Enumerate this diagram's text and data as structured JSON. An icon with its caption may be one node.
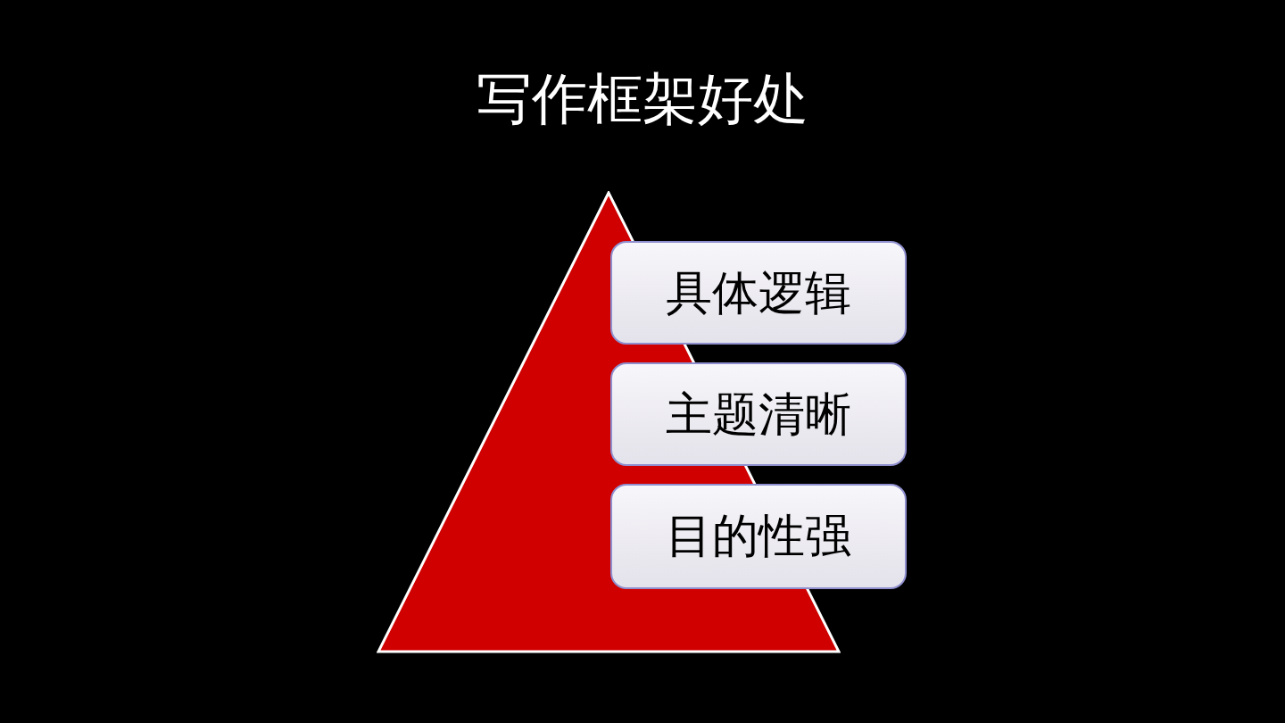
{
  "diagram": {
    "title": "写作框架好处",
    "nodes": [
      {
        "text": [],
        "shape": "triangle"
      },
      {
        "text": [
          "具体逻辑"
        ]
      },
      {
        "text": [
          "主题清晰"
        ]
      },
      {
        "text": [
          "目的性强"
        ]
      }
    ]
  }
}
